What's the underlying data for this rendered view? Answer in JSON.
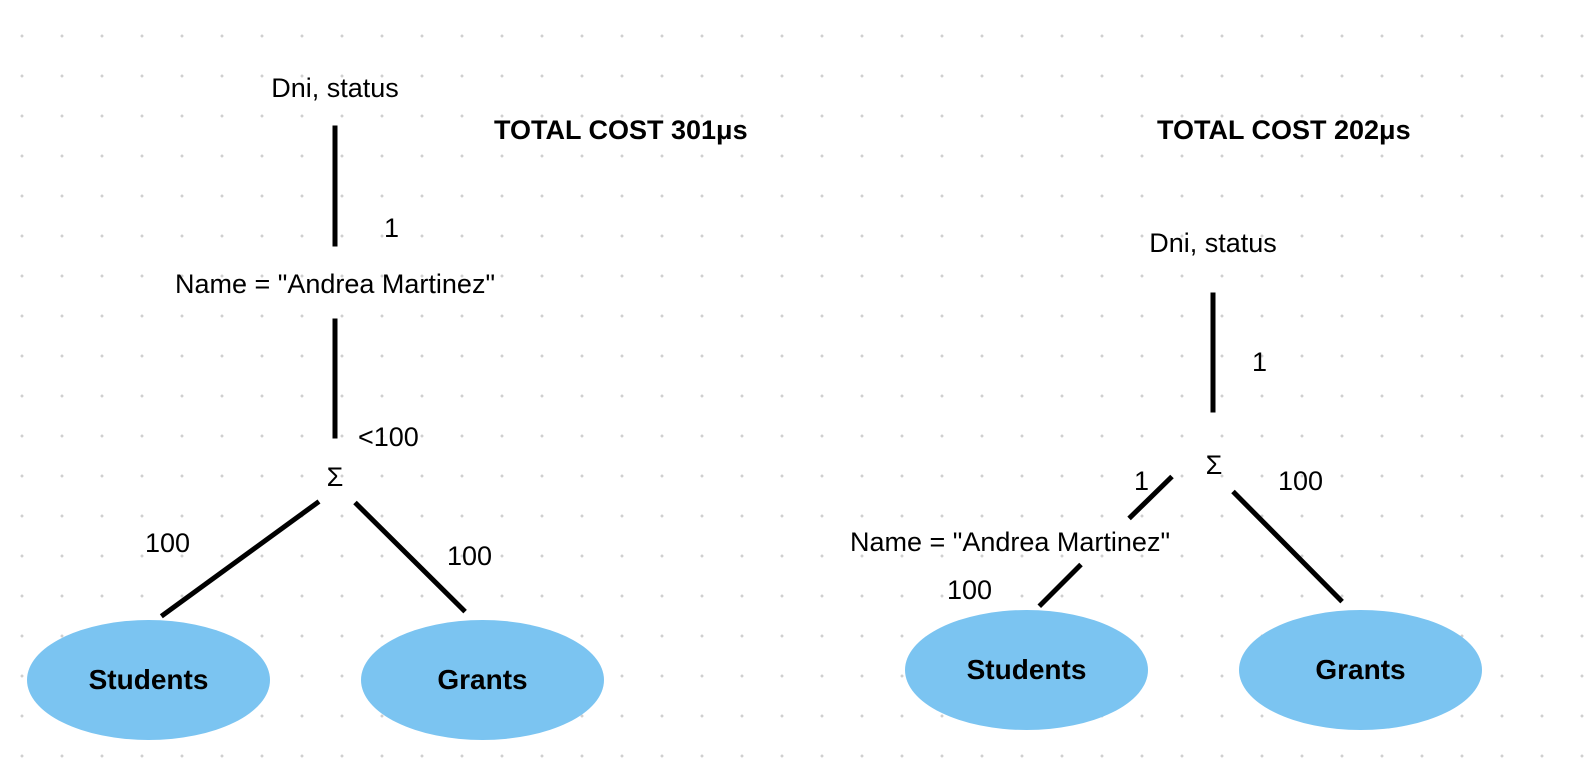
{
  "colors": {
    "relation_fill": "#7BC4F1",
    "ink": "#000000"
  },
  "left_plan": {
    "total_cost": "TOTAL COST 301μs",
    "projection": "Dni, status",
    "selection": "Name = \"Andrea Martinez\"",
    "join_symbol": "Σ",
    "card_projection": "1",
    "card_join": "<100",
    "card_students": "100",
    "card_grants": "100",
    "relation_students": "Students",
    "relation_grants": "Grants"
  },
  "right_plan": {
    "total_cost": "TOTAL COST 202μs",
    "projection": "Dni, status",
    "join_symbol": "Σ",
    "selection": "Name = \"Andrea Martinez\"",
    "card_projection": "1",
    "card_selection": "1",
    "card_grants": "100",
    "card_students": "100",
    "relation_students": "Students",
    "relation_grants": "Grants"
  }
}
